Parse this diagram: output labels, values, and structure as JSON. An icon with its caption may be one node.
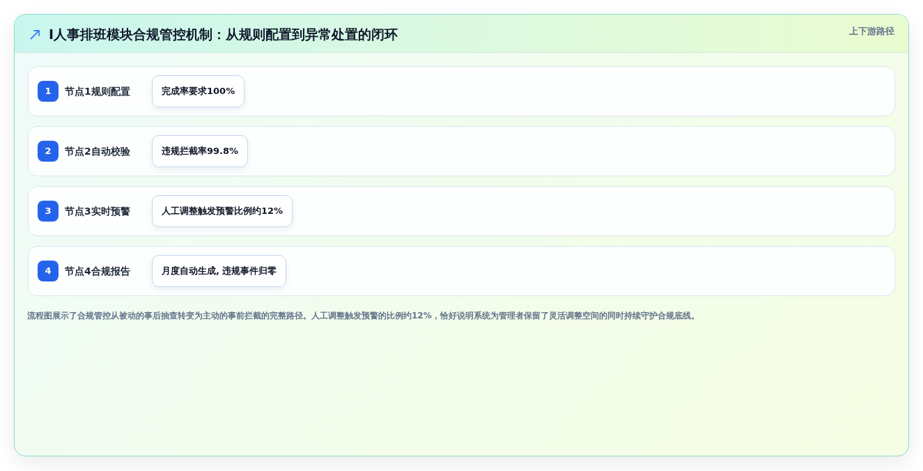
{
  "diagram": {
    "title": "I人事排班模块合规管控机制：从规则配置到异常处置的闭环",
    "caption": "流程图展示了合规管控从被动的事后抽查转变为主动的事前拦截的完整路径。人工调整触发预警的比例约12%，恰好说明系统为管理者保留了灵活调整空间的同时持续守护合规底线。",
    "nodes": [
      {
        "text": [
          "节点1规则配置"
        ]
      },
      {
        "text": [
          "1"
        ],
        "in": 0
      },
      {
        "text": [
          "完成率要求100%"
        ],
        "in": 0
      },
      {
        "text": [
          "节点2自动校验"
        ]
      },
      {
        "text": [
          "2"
        ],
        "in": 3
      },
      {
        "text": [
          "违规拦截率99.8%"
        ],
        "in": 3
      },
      {
        "text": [
          "节点3实时预警"
        ]
      },
      {
        "text": [
          "3"
        ],
        "in": 6
      },
      {
        "text": [
          "人工调整触发预警比例约12%"
        ],
        "in": 6
      },
      {
        "text": [
          "节点4合规报告"
        ]
      },
      {
        "text": [
          "4"
        ],
        "in": 9
      },
      {
        "text": [
          "月度自动生成, 违规事件归零"
        ],
        "in": 9
      }
    ],
    "labels": [
      "上下游路径"
    ]
  }
}
